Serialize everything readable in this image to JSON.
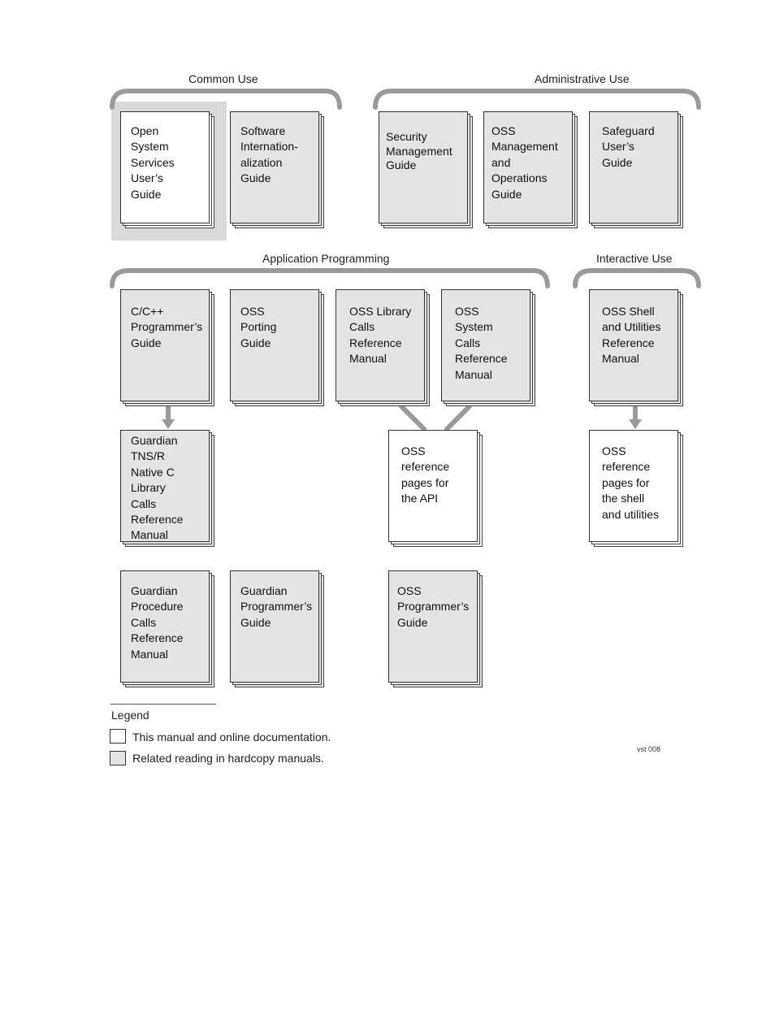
{
  "groups": {
    "common_use": "Common Use",
    "administrative_use": "Administrative Use",
    "application_programming": "Application Programming",
    "interactive_use": "Interactive Use"
  },
  "books": {
    "oss_users_guide": [
      "Open",
      "System",
      "Services",
      "User’s",
      "Guide"
    ],
    "software_i18n": [
      "Software",
      "Internation-",
      "alization",
      "Guide"
    ],
    "security_mgmt": [
      "Security",
      "Management",
      "Guide"
    ],
    "oss_mgmt_ops": [
      "OSS",
      "Management",
      "and",
      "Operations",
      "Guide"
    ],
    "safeguard": [
      "Safeguard",
      "User’s",
      "Guide"
    ],
    "cpp_guide": [
      "C/C++",
      "Programmer’s",
      "Guide"
    ],
    "oss_porting": [
      "OSS",
      "Porting",
      "Guide"
    ],
    "oss_library": [
      "OSS Library",
      "Calls",
      "Reference",
      "Manual"
    ],
    "oss_system_calls": [
      "OSS",
      "System",
      "Calls",
      "Reference",
      "Manual"
    ],
    "oss_shell": [
      "OSS Shell",
      "and Utilities",
      "Reference",
      "Manual"
    ],
    "guardian_tnsr": [
      "Guardian",
      "TNS/R",
      "Native C",
      "Library",
      "Calls",
      "Reference",
      "Manual"
    ],
    "oss_ref_api": [
      "OSS",
      "reference",
      "pages for",
      "the API"
    ],
    "oss_ref_shell": [
      "OSS",
      "reference",
      "pages for",
      "the shell",
      "and utilities"
    ],
    "guardian_procedure": [
      "Guardian",
      "Procedure",
      "Calls",
      "Reference",
      "Manual"
    ],
    "guardian_programmers": [
      "Guardian",
      "Programmer’s",
      "Guide"
    ],
    "oss_programmers": [
      "OSS",
      "Programmer’s",
      "Guide"
    ]
  },
  "legend": {
    "title": "Legend",
    "white_item": "This manual and online documentation.",
    "gray_item": "Related reading in hardcopy manuals."
  },
  "figure_code": "vst 008"
}
